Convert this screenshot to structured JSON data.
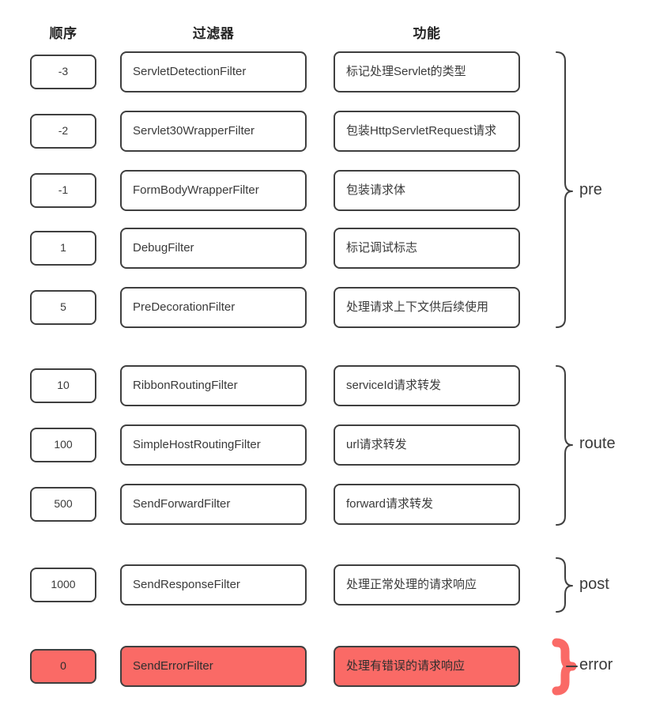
{
  "headers": {
    "order": "顺序",
    "filter": "过滤器",
    "function": "功能"
  },
  "colors": {
    "error_fill": "#fa6a66",
    "box_border": "#3f3f3f",
    "text": "#3a3a3a",
    "background": "#ffffff"
  },
  "rows": [
    {
      "order": "-3",
      "filter": "ServletDetectionFilter",
      "function": "标记处理Servlet的类型",
      "group": "pre",
      "error": false
    },
    {
      "order": "-2",
      "filter": "Servlet30WrapperFilter",
      "function": "包装HttpServletRequest请求",
      "group": "pre",
      "error": false
    },
    {
      "order": "-1",
      "filter": "FormBodyWrapperFilter",
      "function": "包装请求体",
      "group": "pre",
      "error": false
    },
    {
      "order": "1",
      "filter": "DebugFilter",
      "function": "标记调试标志",
      "group": "pre",
      "error": false
    },
    {
      "order": "5",
      "filter": "PreDecorationFilter",
      "function": "处理请求上下文供后续使用",
      "group": "pre",
      "error": false
    },
    {
      "order": "10",
      "filter": "RibbonRoutingFilter",
      "function": "serviceId请求转发",
      "group": "route",
      "error": false
    },
    {
      "order": "100",
      "filter": "SimpleHostRoutingFilter",
      "function": "url请求转发",
      "group": "route",
      "error": false
    },
    {
      "order": "500",
      "filter": "SendForwardFilter",
      "function": "forward请求转发",
      "group": "route",
      "error": false
    },
    {
      "order": "1000",
      "filter": "SendResponseFilter",
      "function": "处理正常处理的请求响应",
      "group": "post",
      "error": false
    },
    {
      "order": "0",
      "filter": "SendErrorFilter",
      "function": "处理有错误的请求响应",
      "group": "error",
      "error": true
    }
  ],
  "groups": [
    {
      "label": "pre",
      "error": false
    },
    {
      "label": "route",
      "error": false
    },
    {
      "label": "post",
      "error": false
    },
    {
      "label": "error",
      "error": true
    }
  ]
}
